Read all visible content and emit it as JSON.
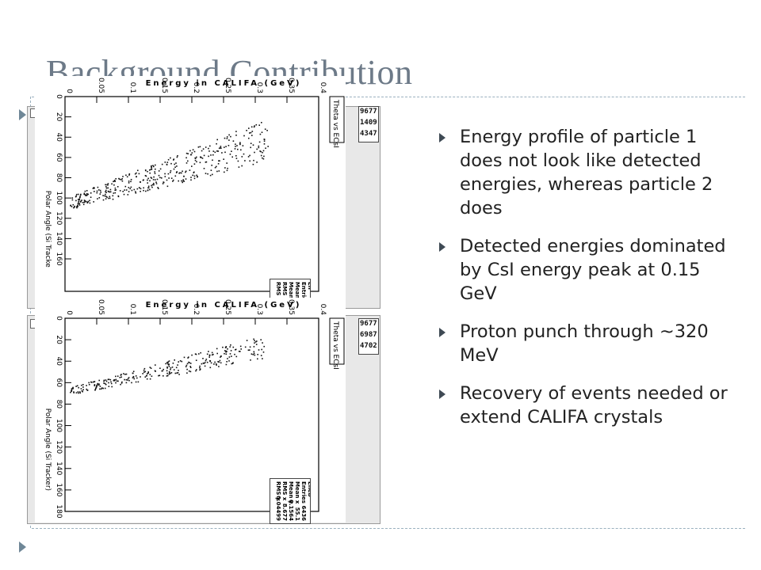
{
  "slide": {
    "title": "Background Contribution"
  },
  "bullets": [
    "Energy profile of particle 1 does not look like detected energies, whereas particle 2 does",
    "Detected energies dominated by CsI energy peak at 0.15 GeV",
    "Proton punch through ~320 MeV",
    "Recovery of events needed or extend CALIFA crystals"
  ],
  "plots": [
    {
      "x_label": "Energy in CALIFA (GeV)",
      "y_label": "Polar Angle (Si Tracke",
      "x_ticks": [
        "0",
        "0.05",
        "0.1",
        "0.15",
        "0.2",
        "0.25",
        "0.3",
        "0.35",
        "0.4"
      ],
      "y_ticks": [
        "0",
        "20",
        "40",
        "60",
        "80",
        "100",
        "120",
        "140",
        "160"
      ],
      "title_box": "Theta vs ECsI",
      "stats_labels": [
        "Eh",
        "Entries",
        "Mean x",
        "Mean y",
        "RMS x",
        "RMS y"
      ],
      "stats_values": [],
      "back_stats": [
        "9677",
        "1409",
        "4347"
      ]
    },
    {
      "x_label": "Energy in CALIFA (GeV)",
      "y_label": "Polar Angle (Si Tracker)",
      "x_ticks": [
        "0",
        "0.05",
        "0.1",
        "0.15",
        "0.2",
        "0.25",
        "0.3",
        "0.35",
        "0.4"
      ],
      "y_ticks": [
        "0",
        "20",
        "40",
        "60",
        "80",
        "100",
        "120",
        "140",
        "160",
        "180"
      ],
      "title_box": "Theta vs ECsI",
      "stats_labels": [
        "Eheb",
        "Entries",
        "Mean x",
        "Mean y",
        "RMS x",
        "RMS y"
      ],
      "stats_values": [
        "6436",
        "55.1",
        "0.1564",
        "8.677",
        "0.04499"
      ],
      "back_stats": [
        "9677",
        "6987",
        "4702"
      ]
    }
  ],
  "colors": {
    "title": "#6d7a88",
    "guides": "#9ab0bf",
    "bullet_marker": "#3f4a54"
  }
}
